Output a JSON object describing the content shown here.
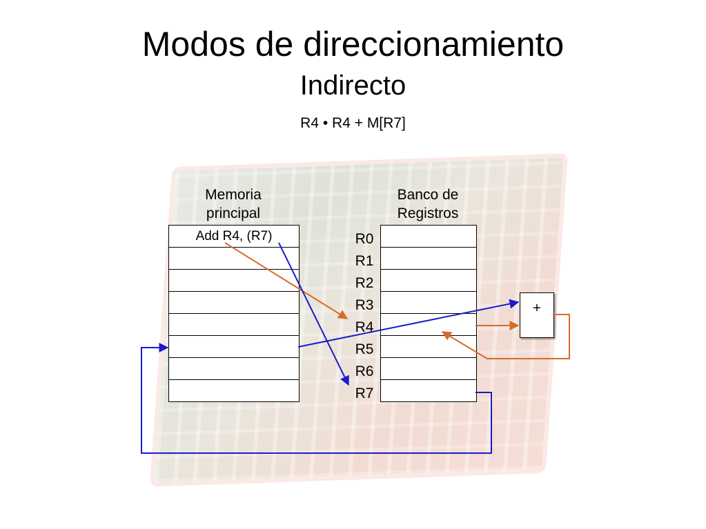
{
  "slide": {
    "title": "Modos de direccionamiento",
    "subtitle": "Indirecto",
    "formula": "R4 • R4 + M[R7]"
  },
  "memory": {
    "header_line1": "Memoria",
    "header_line2": "principal",
    "cells": [
      "Add R4, (R7)",
      "",
      "",
      "",
      "",
      "",
      "",
      ""
    ]
  },
  "registers": {
    "header_line1": "Banco de",
    "header_line2": "Registros",
    "labels": [
      "R0",
      "R1",
      "R2",
      "R3",
      "R4",
      "R5",
      "R6",
      "R7"
    ]
  },
  "adder": {
    "symbol": "+"
  },
  "colors": {
    "blue_path": "#1a1acc",
    "orange_path": "#d86a2a"
  }
}
